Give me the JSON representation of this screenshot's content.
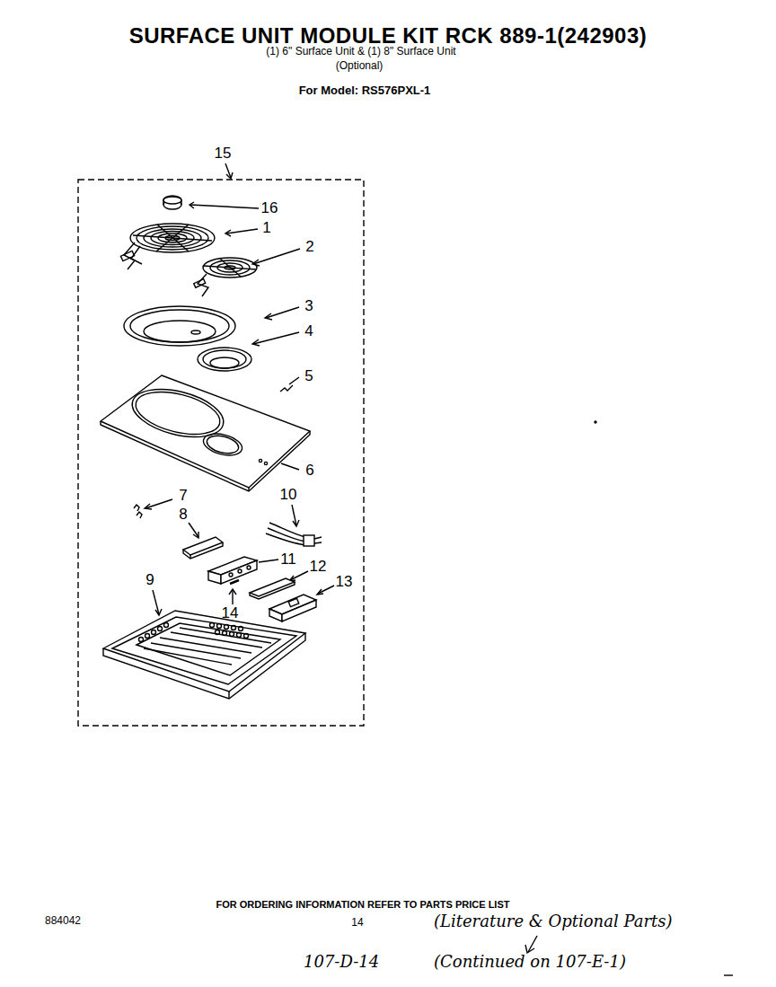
{
  "diagram": {
    "title": "SURFACE UNIT MODULE KIT RCK 889-1(242903)",
    "labels": [
      "(1) 6\" Surface Unit & (1) 8\" Surface Unit",
      "(Optional)",
      "For Model: RS576PXL-1",
      "15",
      "16",
      "1",
      "2",
      "3",
      "4",
      "5",
      "6",
      "7",
      "8",
      "10",
      "11",
      "12",
      "13",
      "9",
      "14",
      "FOR ORDERING INFORMATION REFER TO PARTS PRICE LIST",
      "884042",
      "14",
      "(Literature & Optional Parts)",
      "107-D-14",
      "(Continued on 107-E-1)"
    ]
  }
}
